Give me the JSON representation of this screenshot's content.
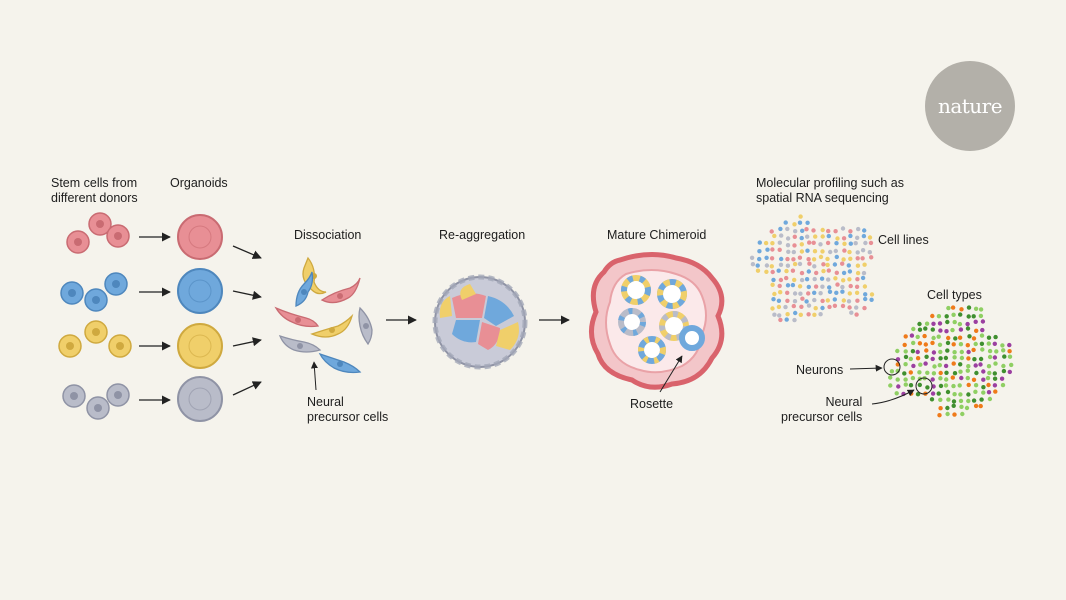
{
  "labels": {
    "stem_cells": "Stem cells from\ndifferent donors",
    "organoids": "Organoids",
    "dissociation": "Dissociation",
    "reaggregation": "Re-aggregation",
    "mature_chimeroid": "Mature Chimeroid",
    "molecular_profiling": "Molecular profiling such as\nspatial RNA sequencing",
    "cell_lines": "Cell lines",
    "cell_types": "Cell types",
    "neurons": "Neurons",
    "neural_precursor_cells_left": "Neural\nprecursor cells",
    "neural_precursor_cells_right": "Neural\nprecursor cells",
    "rosette": "Rosette"
  },
  "brand": {
    "logo_text": "nature"
  },
  "colors": {
    "background": "#f5f3ec",
    "donor_red": "#e88f95",
    "donor_blue": "#6fa8dc",
    "donor_yellow": "#f0cf6a",
    "donor_grey": "#b9bcc9",
    "cell_type_green": "#8fcf63",
    "cell_type_orange": "#ef7a1a",
    "cell_type_purple": "#9b3fa0",
    "cell_type_dark_green": "#3f8f2f",
    "tissue_red": "#d9636c",
    "badge_grey": "#b3b0a9"
  }
}
